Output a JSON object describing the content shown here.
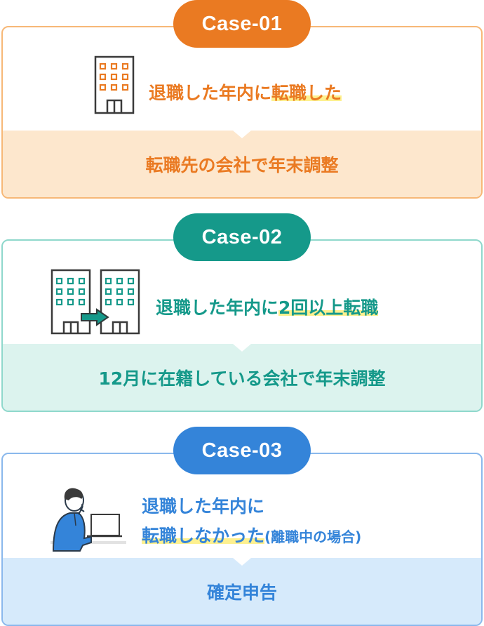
{
  "colors": {
    "case1": "#ea7a22",
    "case1_border": "#f7b877",
    "case1_bg": "#fde7cd",
    "case2": "#15998a",
    "case2_border": "#8fd8cc",
    "case2_bg": "#dcf3ee",
    "case3": "#3484d9",
    "case3_border": "#8ab8ec",
    "case3_bg": "#d6eafb"
  },
  "cases": [
    {
      "badge": "Case-01",
      "icon": "office-building-icon",
      "title_plain": "退職した年内に",
      "title_highlight": "転職した",
      "result": "転職先の会社で年末調整"
    },
    {
      "badge": "Case-02",
      "icon": "building-transfer-icon",
      "title_plain": "退職した年内に",
      "title_highlight": "2回以上転職",
      "result": "12月に在籍している会社で年末調整"
    },
    {
      "badge": "Case-03",
      "icon": "thinking-person-laptop-icon",
      "title_line1": "退職した年内に",
      "title_highlight": "転職しなかった",
      "title_note": "(離職中の場合)",
      "result": "確定申告"
    }
  ]
}
